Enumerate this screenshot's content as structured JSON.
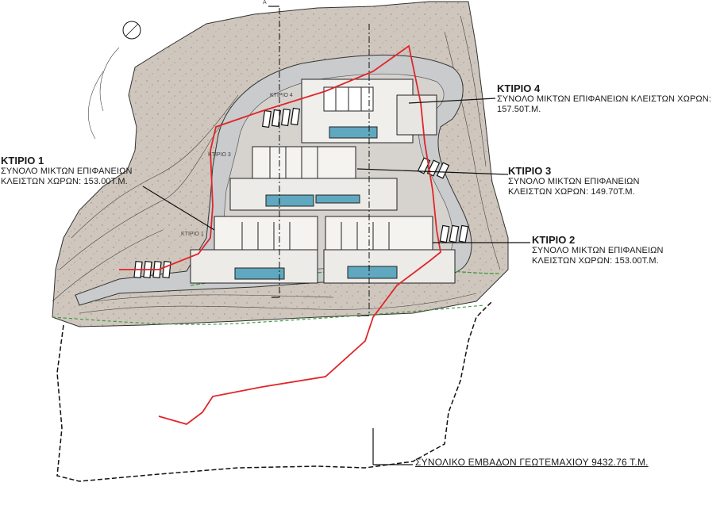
{
  "buildings": [
    {
      "title": "ΚΤΙΡΙΟ 1",
      "line1": "ΣΥΝΟΛΟ ΜΙΚΤΩΝ ΕΠΙΦΑΝΕΙΩΝ",
      "line2": "ΚΛΕΙΣΤΩΝ ΧΩΡΩΝ: 153.00Τ.Μ."
    },
    {
      "title": "ΚΤΙΡΙΟ 2",
      "line1": "ΣΥΝΟΛΟ ΜΙΚΤΩΝ ΕΠΙΦΑΝΕΙΩΝ",
      "line2": "ΚΛΕΙΣΤΩΝ ΧΩΡΩΝ: 153.00Τ.Μ."
    },
    {
      "title": "ΚΤΙΡΙΟ 3",
      "line1": "ΣΥΝΟΛΟ ΜΙΚΤΩΝ ΕΠΙΦΑΝΕΙΩΝ",
      "line2": "ΚΛΕΙΣΤΩΝ ΧΩΡΩΝ: 149.70Τ.Μ."
    },
    {
      "title": "ΚΤΙΡΙΟ 4",
      "line1": "ΣΥΝΟΛΟ ΜΙΚΤΩΝ ΕΠΙΦΑΝΕΙΩΝ  ΚΛΕΙΣΤΩΝ ΧΩΡΩΝ:",
      "line2": "157.50Τ.Μ."
    }
  ],
  "plan_tags": {
    "b1": "ΚΤΙΡΙΟ 1",
    "b3": "ΚΤΙΡΙΟ 3",
    "b4": "ΚΤΙΡΙΟ 4",
    "section_a": "A",
    "section_b": "B"
  },
  "total_area": "ΣΥΝΟΛΙΚΟ ΕΜΒΑΔΟΝ ΓΕΩΤΕΜΑΧΙΟΥ 9432.76 Τ.Μ.",
  "colors": {
    "terrain": "#cfc7bd",
    "road": "#c9cbcd",
    "boundary": "#e0262a",
    "pool": "#5fa8bf",
    "green_line": "#3f9a3f"
  }
}
